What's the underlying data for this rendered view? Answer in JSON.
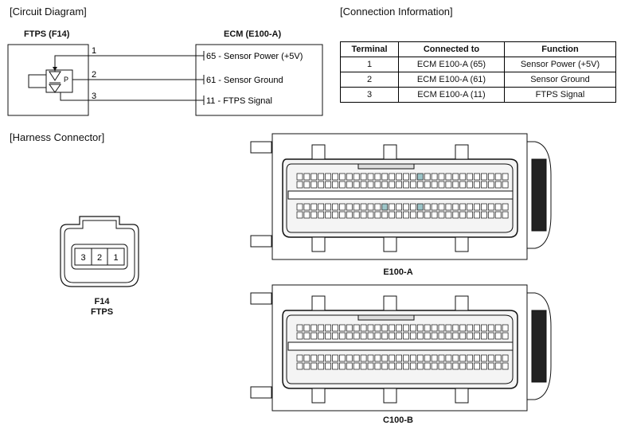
{
  "headings": {
    "circuit": "[Circuit Diagram]",
    "connection": "[Connection Information]",
    "harness": "[Harness Connector]"
  },
  "circuit": {
    "left_title": "FTPS (F14)",
    "right_title": "ECM (E100-A)",
    "sensor_mark": "P",
    "pins": [
      "1",
      "2",
      "3"
    ],
    "ecm_pins": [
      "65 - Sensor Power (+5V)",
      "61 - Sensor Ground",
      "11 - FTPS Signal"
    ]
  },
  "table": {
    "headers": [
      "Terminal",
      "Connected to",
      "Function"
    ],
    "rows": [
      [
        "1",
        "ECM E100-A (65)",
        "Sensor Power (+5V)"
      ],
      [
        "2",
        "ECM E100-A (61)",
        "Sensor Ground"
      ],
      [
        "3",
        "ECM E100-A (11)",
        "FTPS Signal"
      ]
    ]
  },
  "f14": {
    "pins": [
      "3",
      "2",
      "1"
    ],
    "label_line1": "F14",
    "label_line2": "FTPS"
  },
  "ecm_connectors": [
    {
      "name": "E100-A"
    },
    {
      "name": "C100-B"
    }
  ],
  "colors": {
    "line": "#111111",
    "connector_fill": "#f4f4f4",
    "highlight_cavity": "#9dc6c9"
  }
}
